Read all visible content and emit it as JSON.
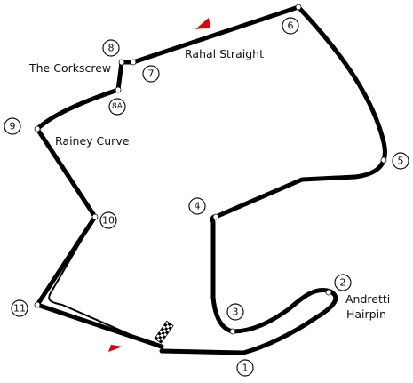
{
  "track_color": "#000000",
  "direction_arrow_color": "#e00000",
  "labels": {
    "corkscrew": "The Corkscrew",
    "rahal": "Rahal Straight",
    "rainey": "Rainey Curve",
    "andretti_line1": "Andretti",
    "andretti_line2": "Hairpin"
  },
  "turns": {
    "t1": "1",
    "t2": "2",
    "t3": "3",
    "t4": "4",
    "t5": "5",
    "t6": "6",
    "t7": "7",
    "t8": "8",
    "t8a": "8A",
    "t9": "9",
    "t10": "10",
    "t11": "11"
  },
  "icons": {
    "start_finish": "checkered-flag-icon",
    "direction": "direction-arrow-icon"
  }
}
